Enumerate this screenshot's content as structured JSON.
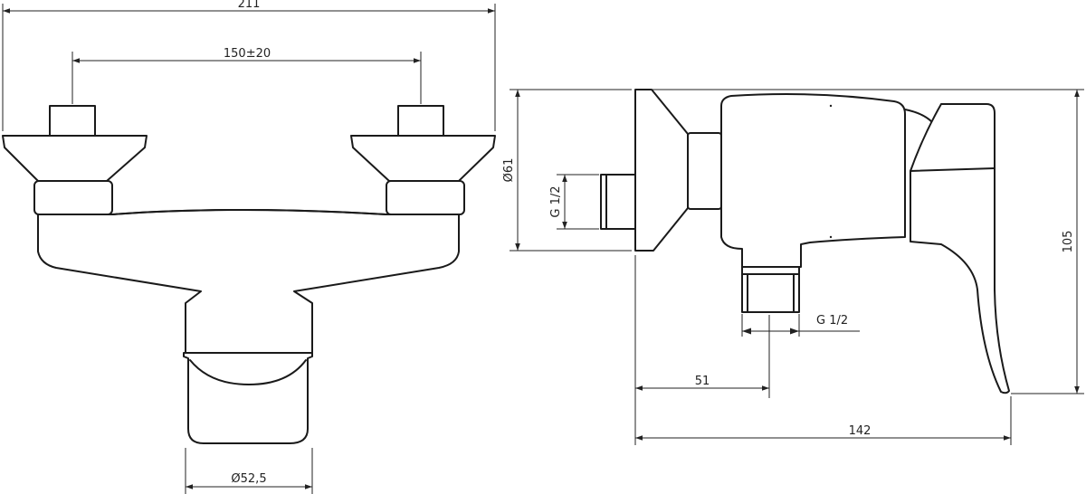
{
  "dimensions": {
    "overall_width": "211",
    "inlet_spacing": "150±20",
    "outlet_diameter": "Ø52,5",
    "flange_diameter": "Ø61",
    "inlet_thread": "G 1/2",
    "outlet_thread": "G 1/2",
    "outlet_offset": "51",
    "overall_depth": "142",
    "overall_height": "105"
  },
  "colors": {
    "line": "#1a1a1a",
    "dimension": "#222222",
    "background": "#ffffff"
  }
}
